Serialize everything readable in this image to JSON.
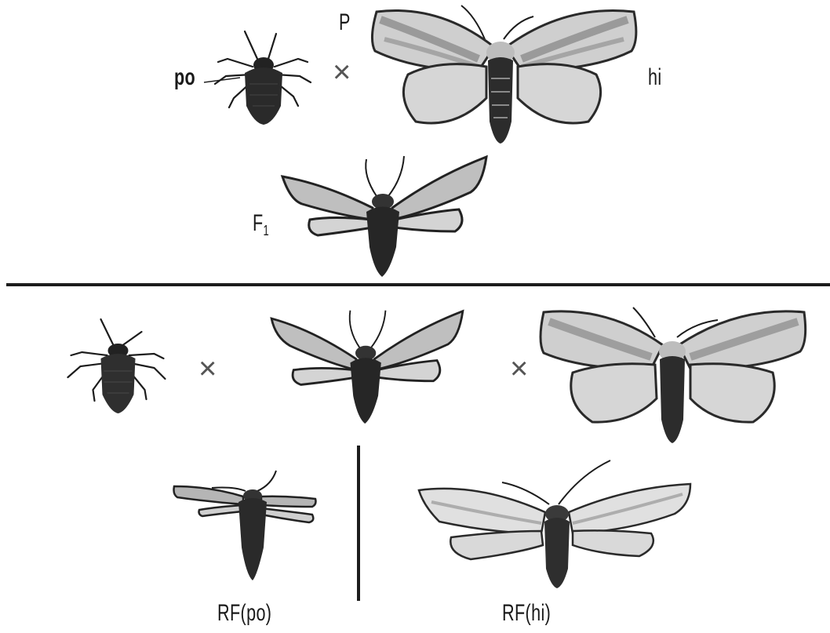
{
  "labels": {
    "p": "P",
    "po": "po",
    "hi": "hi",
    "f1_main": "F",
    "f1_sub": "1",
    "rf_po": "RF(po)",
    "rf_hi": "RF(hi)"
  },
  "cross_symbol": "×",
  "colors": {
    "ink": "#1c1c1c",
    "wing_light": "#d9d9d9",
    "wing_mid": "#9a9a9a",
    "body_dark": "#262626"
  },
  "icons": {
    "wingless_moth": "wingless-female-moth-icon",
    "winged_moth": "winged-moth-icon",
    "hybrid_moth": "hybrid-short-winged-moth-icon"
  }
}
